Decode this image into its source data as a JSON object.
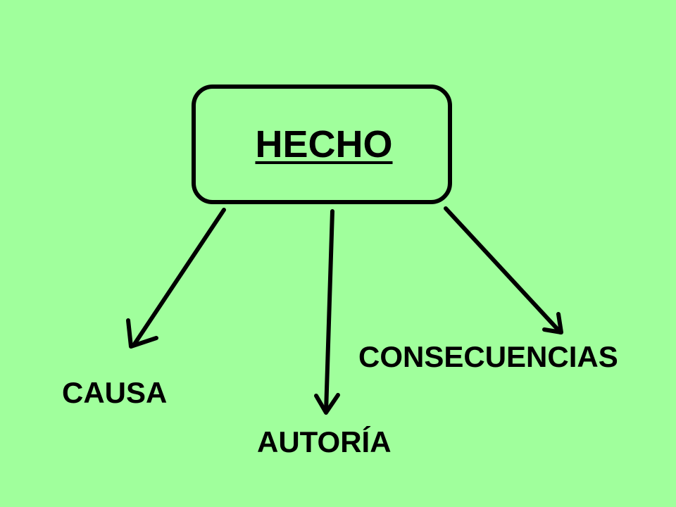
{
  "diagram": {
    "root": {
      "label": "HECHO"
    },
    "leaves": [
      {
        "id": "causa",
        "label": "CAUSA"
      },
      {
        "id": "autoria",
        "label": "AUTORÍA"
      },
      {
        "id": "consecuencias",
        "label": "CONSECUENCIAS"
      }
    ]
  },
  "colors": {
    "background": "#a0ff9c",
    "stroke": "#000000",
    "text": "#000000"
  }
}
